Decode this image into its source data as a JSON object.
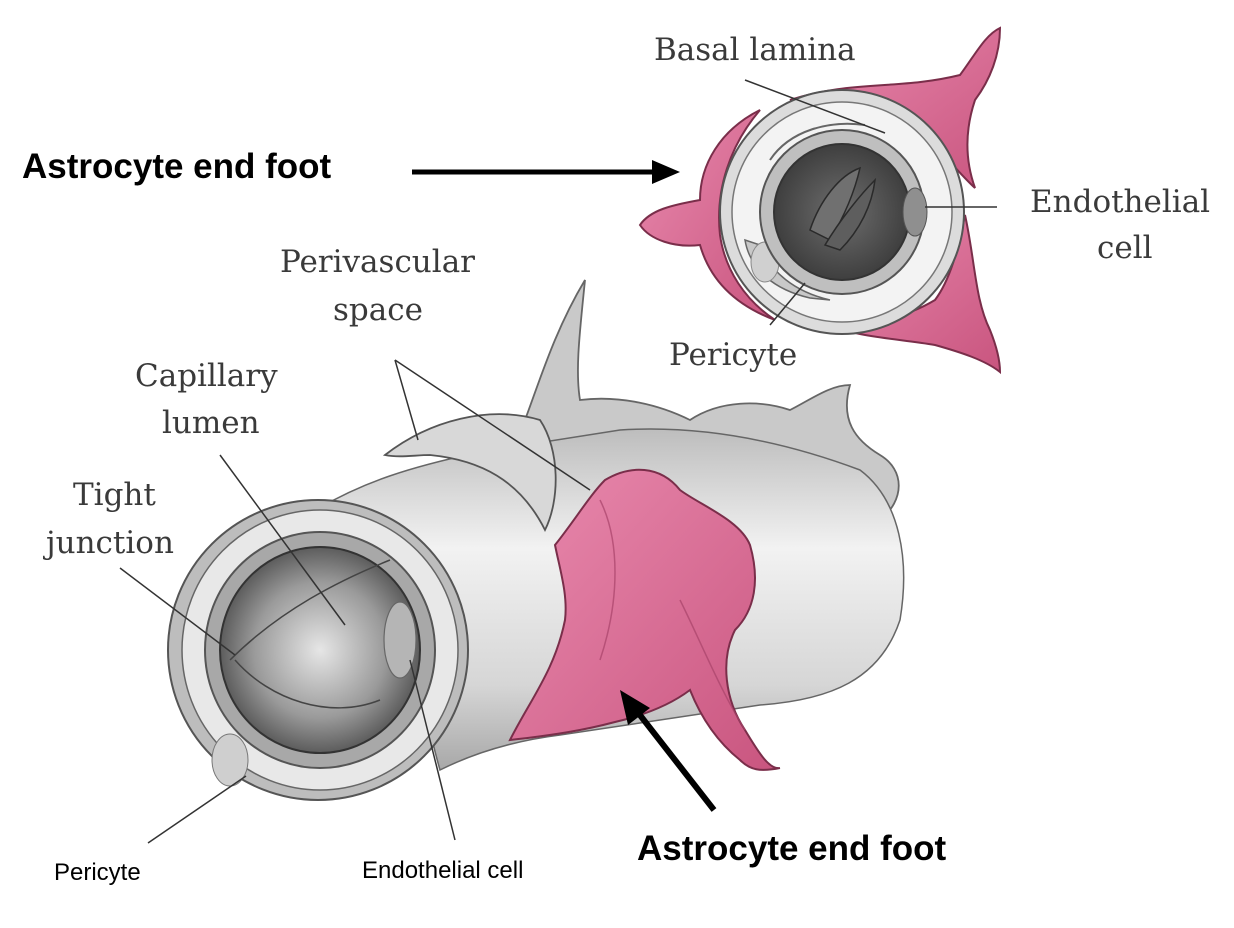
{
  "colors": {
    "astrocyte_pink": "#d46a92",
    "astrocyte_pink_light": "#e98aae",
    "vessel_gray": "#cfcfcf",
    "lumen_dark": "#555555",
    "label_serif": "#3a3a3a",
    "arrow_black": "#000000"
  },
  "labels": {
    "basal_lamina": "Basal lamina",
    "astrocyte_end_foot_top": "Astrocyte end foot",
    "endothelial_cell_top_line1": "Endothelial",
    "endothelial_cell_top_line2": "cell",
    "perivascular_line1": "Perivascular",
    "perivascular_line2": "space",
    "pericyte_top": "Pericyte",
    "capillary_line1": "Capillary",
    "capillary_line2": "lumen",
    "tight_line1": "Tight",
    "tight_line2": "junction",
    "pericyte_bottom": "Pericyte",
    "endothelial_cell_bottom": "Endothelial cell",
    "astrocyte_end_foot_bottom": "Astrocyte end foot"
  }
}
